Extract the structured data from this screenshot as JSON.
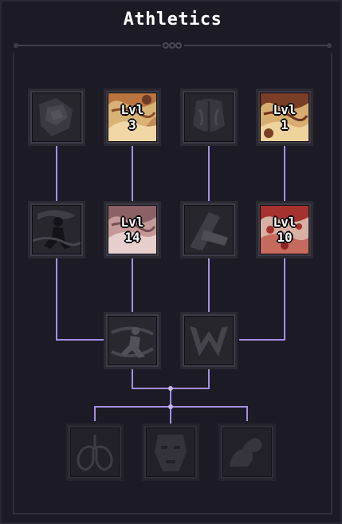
{
  "panel": {
    "title": "Athletics"
  },
  "colors": {
    "background": "#1c1b25",
    "connector": "#a48ee6",
    "unlocked_gold": "#d9b276",
    "unlocked_pink": "#c99a98",
    "unlocked_red": "#b8423c"
  },
  "tree": {
    "row1": [
      {
        "name": "locked",
        "icon": "skill-icon-rock-fist",
        "level_label": "",
        "level_value": ""
      },
      {
        "name": "unlocked",
        "icon": "skill-icon-golden-swirl",
        "level_label": "Lvl",
        "level_value": "3"
      },
      {
        "name": "locked",
        "icon": "skill-icon-back-muscles",
        "level_label": "",
        "level_value": ""
      },
      {
        "name": "unlocked",
        "icon": "skill-icon-golden-swirl",
        "level_label": "Lvl",
        "level_value": "1"
      }
    ],
    "row2": [
      {
        "name": "locked",
        "icon": "skill-icon-runner",
        "level_label": "",
        "level_value": ""
      },
      {
        "name": "unlocked",
        "icon": "skill-icon-pink-swirl",
        "level_label": "Lvl",
        "level_value": "14"
      },
      {
        "name": "locked",
        "icon": "skill-icon-arm-block",
        "level_label": "",
        "level_value": ""
      },
      {
        "name": "unlocked",
        "icon": "skill-icon-blood-swirl",
        "level_label": "Lvl",
        "level_value": "10"
      }
    ],
    "row3": [
      {
        "name": "locked",
        "icon": "skill-icon-dash-figure"
      },
      {
        "name": "locked",
        "icon": "skill-icon-claw-w"
      }
    ],
    "row4": [
      {
        "name": "locked",
        "icon": "lungs-icon"
      },
      {
        "name": "locked",
        "icon": "face-icon"
      },
      {
        "name": "locked",
        "icon": "flexed-arm-icon"
      }
    ]
  }
}
